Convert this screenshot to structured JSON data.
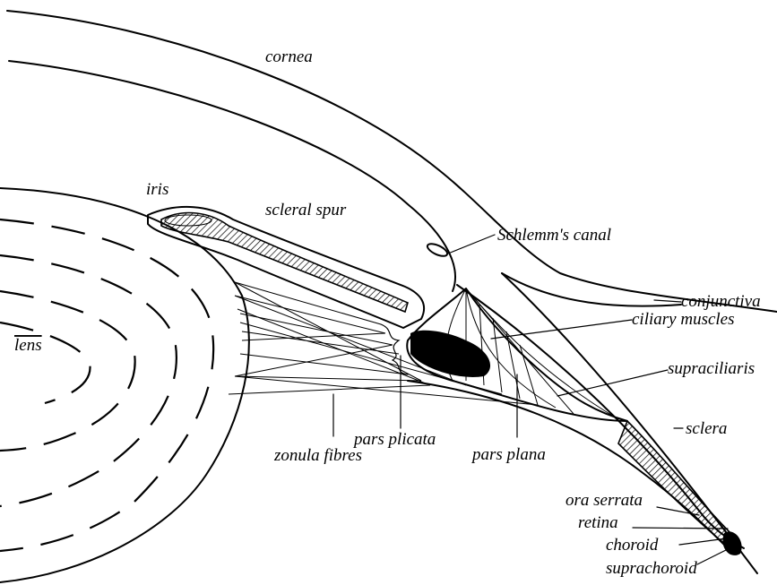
{
  "labels": {
    "cornea": "cornea",
    "iris": "iris",
    "scleral_spur": "scleral spur",
    "schlemms_canal": "Schlemm's canal",
    "conjunctiva": "conjunctiva",
    "ciliary_muscles": "ciliary muscles",
    "supraciliaris": "supraciliaris",
    "sclera": "sclera",
    "lens": "lens",
    "pars_plicata": "pars plicata",
    "pars_plana": "pars plana",
    "zonula_fibres": "zonula fibres",
    "ora_serrata": "ora serrata",
    "retina": "retina",
    "choroid": "choroid",
    "suprachoroid": "suprachoroid"
  }
}
